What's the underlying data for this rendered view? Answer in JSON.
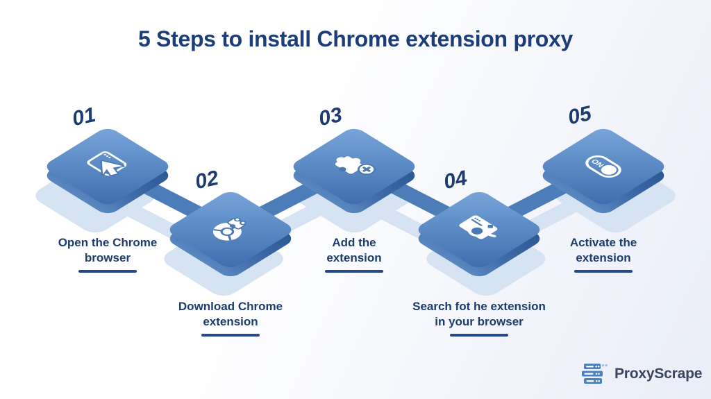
{
  "title": "5 Steps to install Chrome extension proxy",
  "steps": [
    {
      "number": "01",
      "label": "Open the Chrome\nbrowser",
      "icon": "browser-cursor-icon"
    },
    {
      "number": "02",
      "label": "Download Chrome\nextension",
      "icon": "chrome-extension-icon"
    },
    {
      "number": "03",
      "label": "Add the\nextension",
      "icon": "puzzle-add-icon"
    },
    {
      "number": "04",
      "label": "Search fot he extension\nin your browser",
      "icon": "browser-search-icon"
    },
    {
      "number": "05",
      "label": "Activate the\nextension",
      "icon": "toggle-on-icon",
      "toggle_text": "ON"
    }
  ],
  "logo": {
    "text": "ProxyScrape",
    "icon": "server-stack-icon"
  },
  "colors": {
    "title_text": "#1c3d78",
    "label_text": "#1e3b6e",
    "underline": "#27498c",
    "tile_face_light": "#7aa6da",
    "tile_face_dark": "#3e6cab",
    "tile_side": "#2c5894",
    "connector": "#4d7db9",
    "echo_shadow": "#d6e3f3",
    "icon_fill": "#ffffff",
    "logo_blue": "#4a7fc1",
    "logo_text": "#3a4560",
    "background_tint": "#e9edf7"
  }
}
